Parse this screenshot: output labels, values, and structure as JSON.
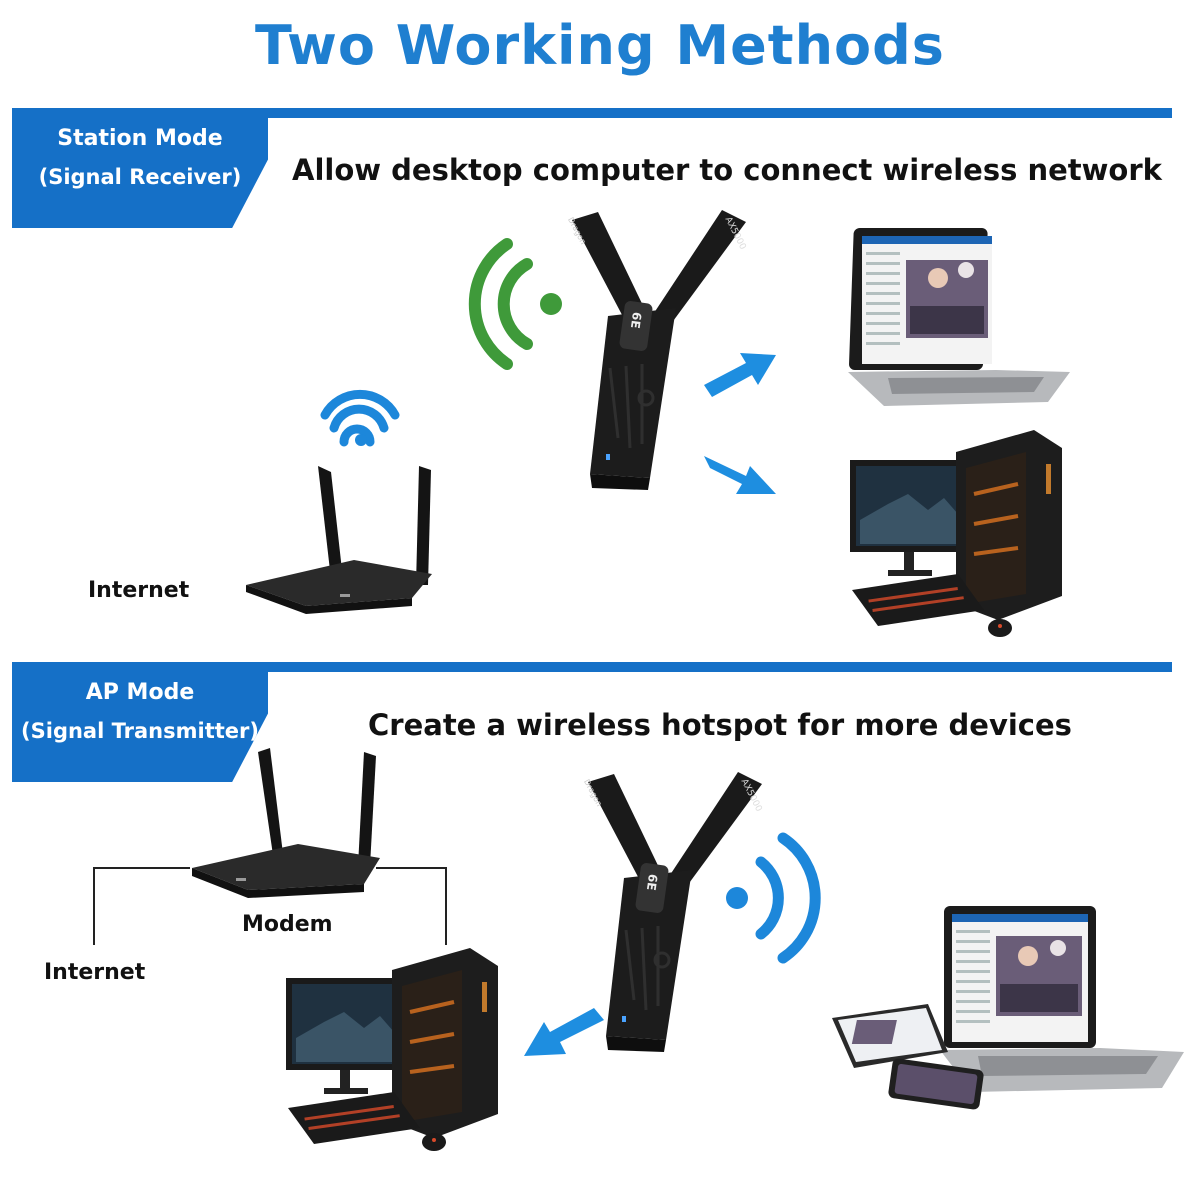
{
  "title": "Two Working Methods",
  "station": {
    "tab_line1": "Station Mode",
    "tab_line2": "(Signal Receiver)",
    "headline": "Allow desktop computer to connect wireless network",
    "internet_label": "Internet"
  },
  "ap": {
    "tab_line1": "AP Mode",
    "tab_line2": "(Signal Transmitter)",
    "headline": "Create a wireless hotspot for more devices",
    "modem_label": "Modem",
    "internet_label": "Internet"
  },
  "adapter": {
    "antenna_text": "AX5000",
    "badge": "6E"
  },
  "colors": {
    "accent_blue": "#1570c7",
    "title_blue": "#1f7fd0",
    "arrow_blue": "#1e8ee0",
    "signal_green": "#3f9a3a",
    "signal_blue": "#1d87da"
  }
}
